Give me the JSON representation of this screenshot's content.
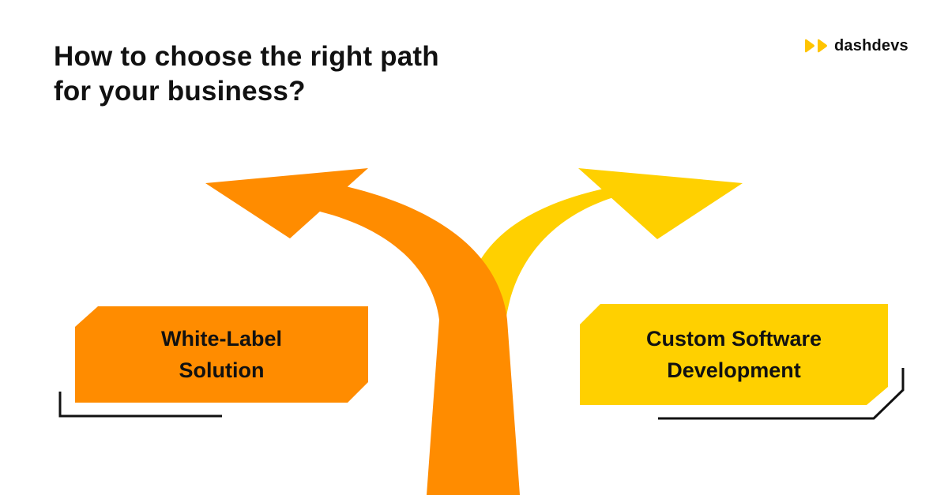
{
  "headline": {
    "line1": "How to choose the right path",
    "line2": "for your business?"
  },
  "logo": {
    "text": "dashdevs",
    "icon": "double-play-icon",
    "color": "#FFC400"
  },
  "options": [
    {
      "line1": "White-Label",
      "line2": "Solution",
      "color": "#FF8C00"
    },
    {
      "line1": "Custom Software",
      "line2": "Development",
      "color": "#FFD000"
    }
  ],
  "colors": {
    "orange": "#FF8C00",
    "yellow": "#FFD000",
    "outline": "#111111",
    "text": "#111111"
  }
}
